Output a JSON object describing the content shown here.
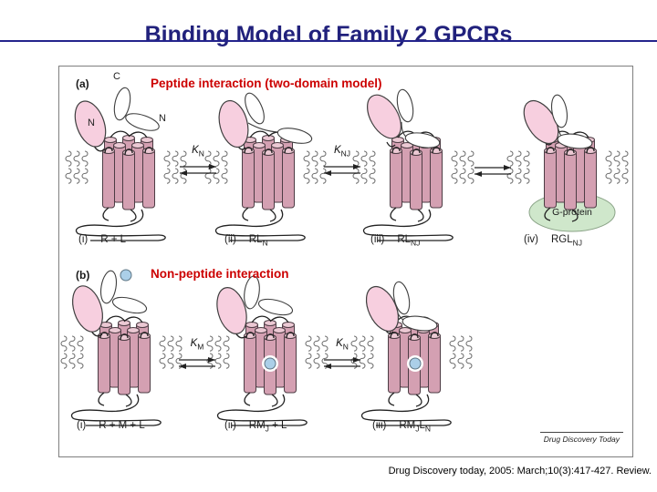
{
  "title": "Binding Model of Family 2 GPCRs",
  "caption": "Drug Discovery today, 2005: March;10(3):417-427. Review.",
  "figure": {
    "journal_credit": "Drug Discovery Today",
    "panel_a": {
      "tag": "(a)",
      "heading": "Peptide interaction (two-domain model)",
      "labels": {
        "receptor_n_terminus": "N",
        "peptide_c_terminus": "C",
        "peptide_n_terminus": "N",
        "g_protein": "G-protein"
      },
      "rate_constants": [
        {
          "base": "K",
          "sub": "N"
        },
        {
          "base": "K",
          "sub": "NJ"
        }
      ],
      "states": [
        {
          "num": "(i)",
          "pre": "R + L"
        },
        {
          "num": "(ii)",
          "pre": "RL",
          "sub1": "N"
        },
        {
          "num": "(iii)",
          "pre": "RL",
          "sub1": "NJ"
        },
        {
          "num": "(iv)",
          "pre": "RGL",
          "sub1": "NJ"
        }
      ]
    },
    "panel_b": {
      "tag": "(b)",
      "heading": "Non-peptide interaction",
      "rate_constants": [
        {
          "base": "K",
          "sub": "M"
        },
        {
          "base": "K",
          "sub": "N"
        }
      ],
      "states": [
        {
          "num": "(i)",
          "pre": "R + M + L"
        },
        {
          "num": "(ii)",
          "pre": "RM",
          "sub1": "J",
          "mid": " + L"
        },
        {
          "num": "(iii)",
          "pre": "RM",
          "sub1": "J",
          "mid": "L",
          "sub2": "N"
        }
      ]
    }
  },
  "colors": {
    "title_navy": "#21217c",
    "heading_red": "#cc0000",
    "helix_pink": "#d4a0b2",
    "helix_top_pink": "#ecc9d4",
    "n_domain_pink": "#f7cfdf",
    "g_protein_green": "#cfe7cb",
    "ligand_blue": "#abcfe8"
  }
}
